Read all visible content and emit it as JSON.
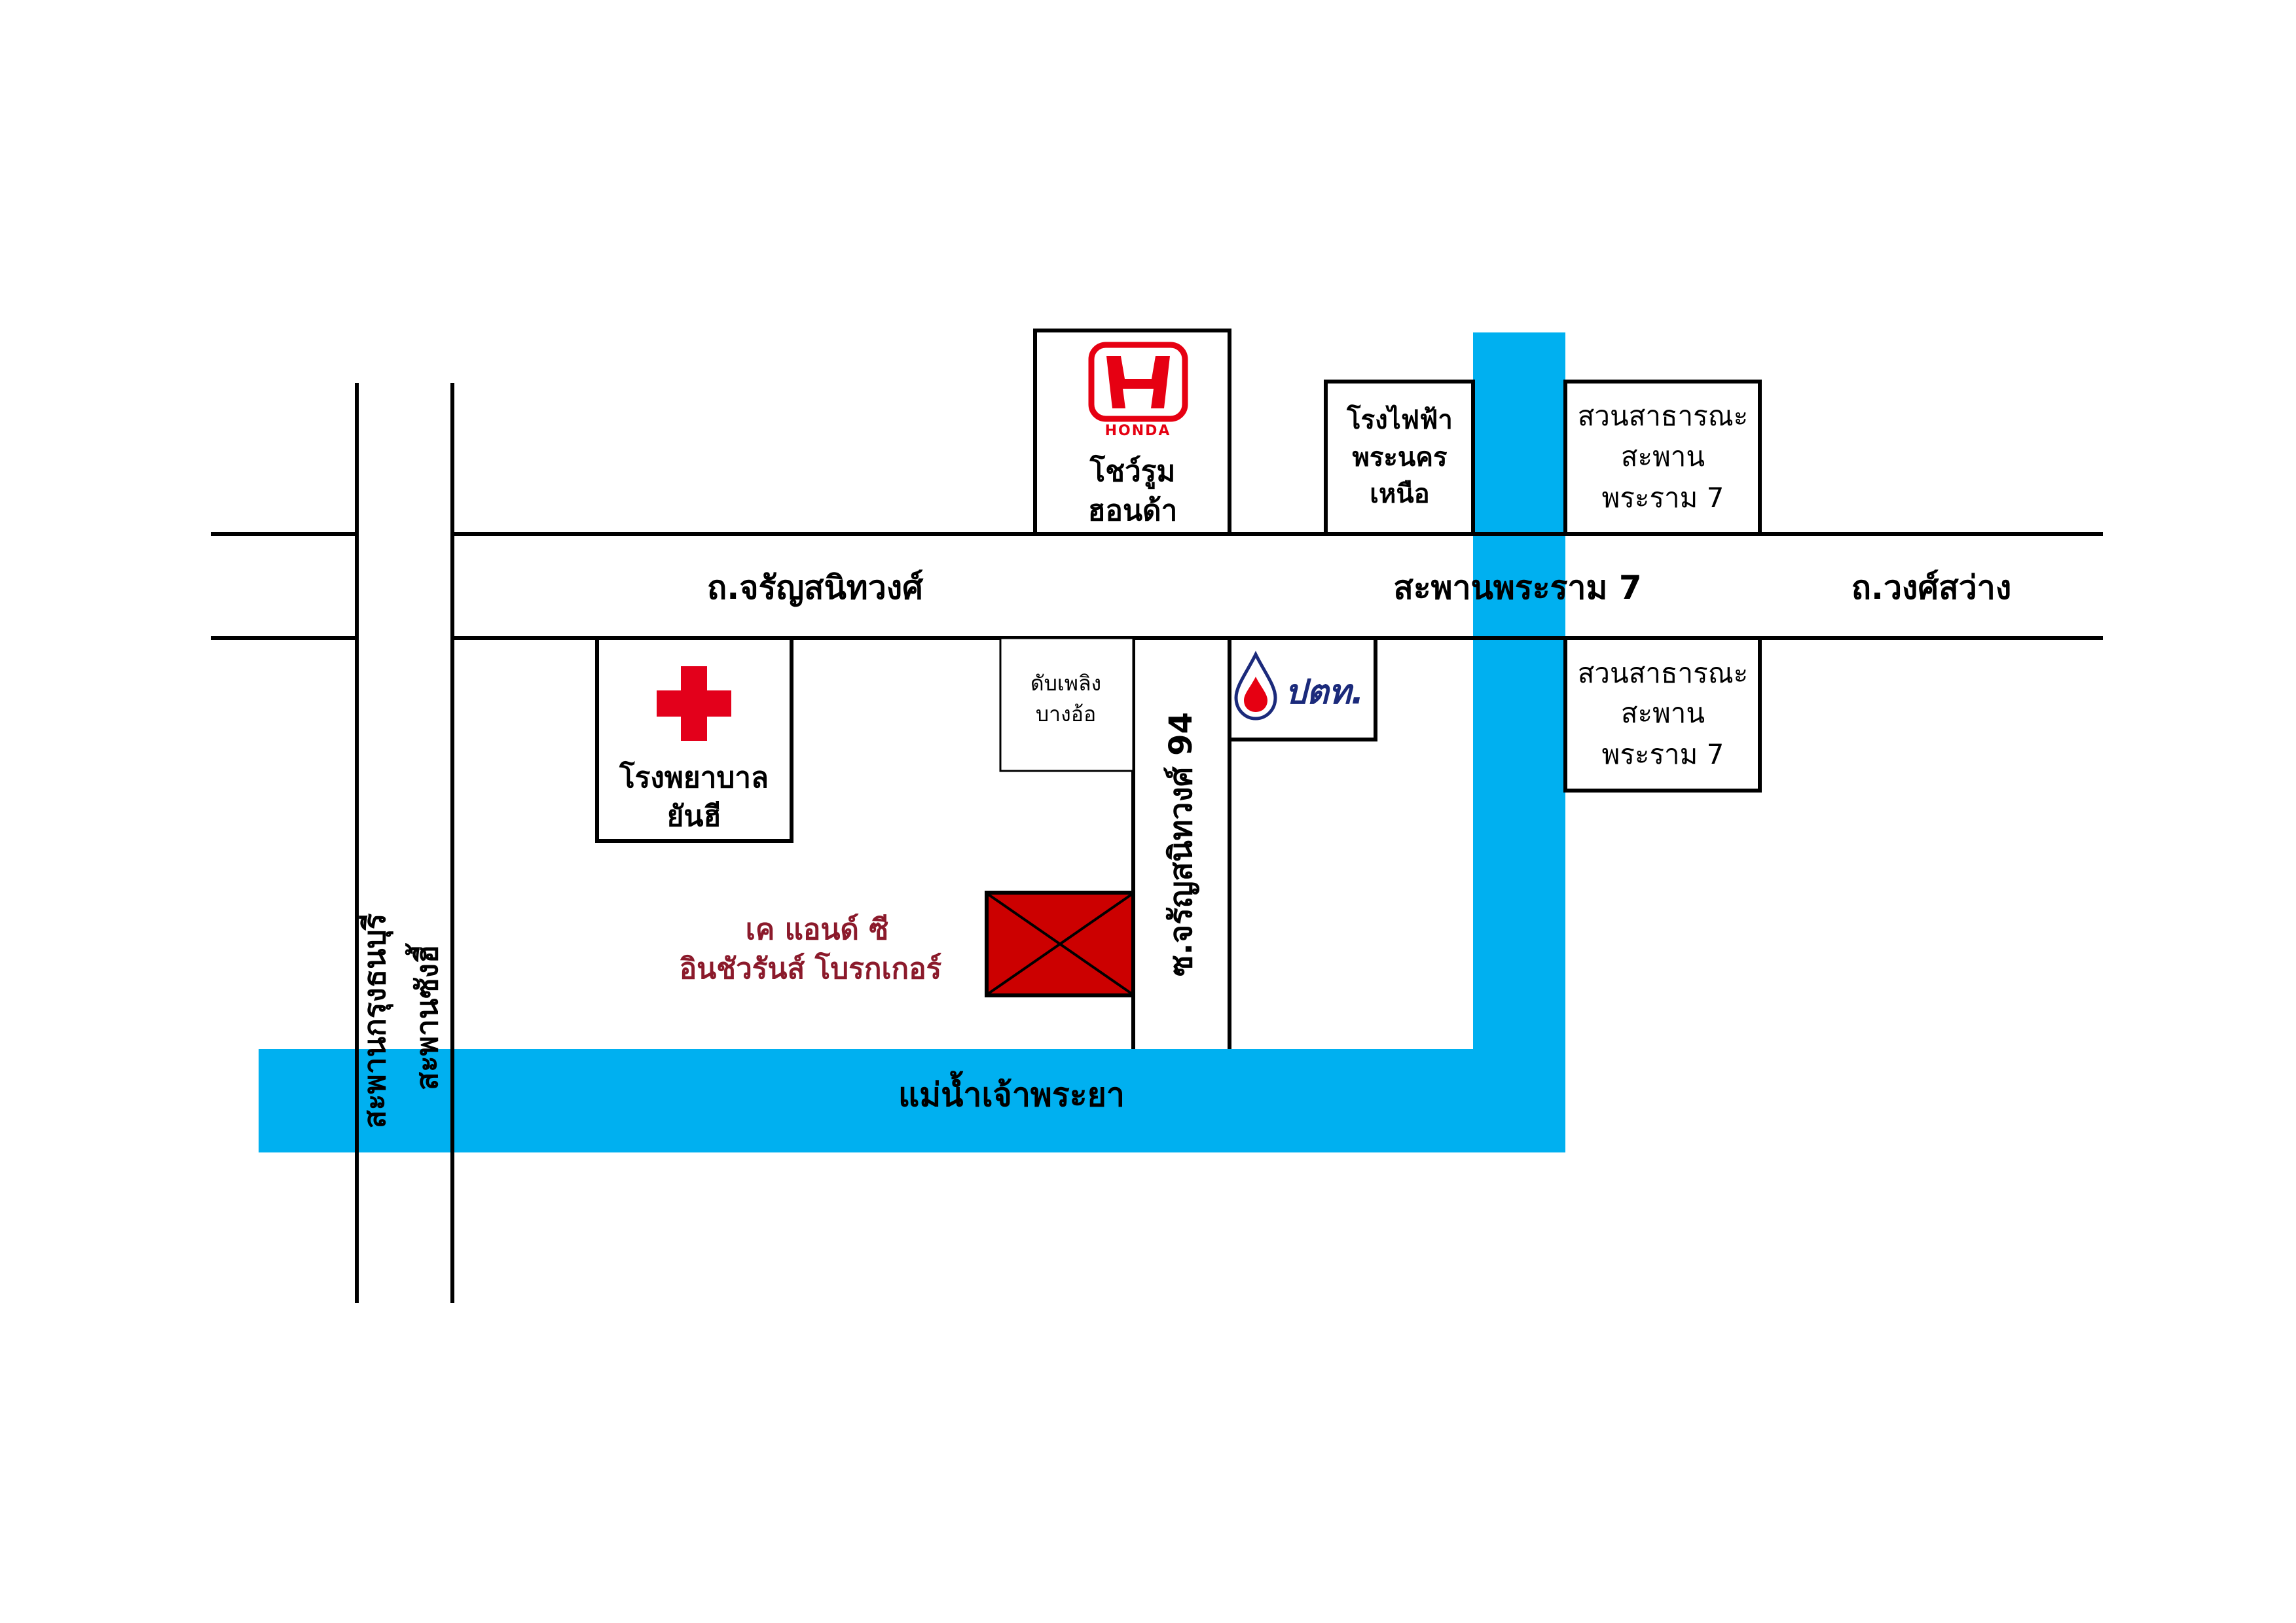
{
  "roads": {
    "main_road_west": "ถ.จรัญสนิทวงศ์",
    "bridge_rama7": "สะพานพระราม 7",
    "main_road_east": "ถ.วงศ์สว่าง",
    "soi_94": "ซ.จรัญสนิทวงศ์ 94",
    "bridge_krung_thon": "สะพานกรุงธนบุรี",
    "bridge_khang_si": "สะพานซังฮี้"
  },
  "river": {
    "name": "แม่น้ำเจ้าพระยา",
    "color": "#00B0F0"
  },
  "landmarks": {
    "honda": {
      "logo_text": "HONDA",
      "line1": "โชว์รูม",
      "line2": "ฮอนด้า",
      "color": "#E60012"
    },
    "power_plant": {
      "line1": "โรงไฟฟ้า",
      "line2": "พระนคร",
      "line3": "เหนือ"
    },
    "park_north": {
      "line1": "สวนสาธารณะ",
      "line2": "สะพาน",
      "line3": "พระราม 7"
    },
    "park_south": {
      "line1": "สวนสาธารณะ",
      "line2": "สะพาน",
      "line3": "พระราม 7"
    },
    "hospital": {
      "line1": "โรงพยาบาล",
      "line2": "ยันฮี",
      "cross_color": "#E3001B"
    },
    "fire_station": {
      "line1": "ดับเพลิง",
      "line2": "บางอ้อ"
    },
    "ptt": {
      "logo_text": "ปตท.",
      "color": "#1B2A7B",
      "drop_color": "#E60012"
    },
    "destination": {
      "line1": "เค แอนด์ ซี",
      "line2": "อินชัวรันส์ โบรกเกอร์",
      "marker_color": "#CC0000",
      "text_color": "#8B1A2B"
    }
  }
}
